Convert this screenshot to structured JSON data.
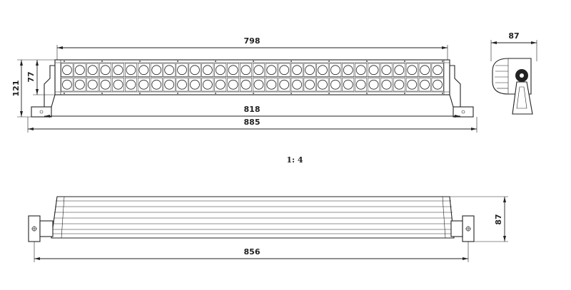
{
  "drawing": {
    "scale": "1: 4",
    "front_view": {
      "dims": {
        "bar_length": "798",
        "mount_span": "818",
        "overall_length": "885",
        "overall_height": "121",
        "bar_height": "77"
      },
      "led_columns": 30,
      "led_rows": 2
    },
    "side_view": {
      "dims": {
        "depth": "87"
      }
    },
    "bottom_view": {
      "dims": {
        "bracket_span": "856",
        "depth": "87"
      }
    }
  }
}
